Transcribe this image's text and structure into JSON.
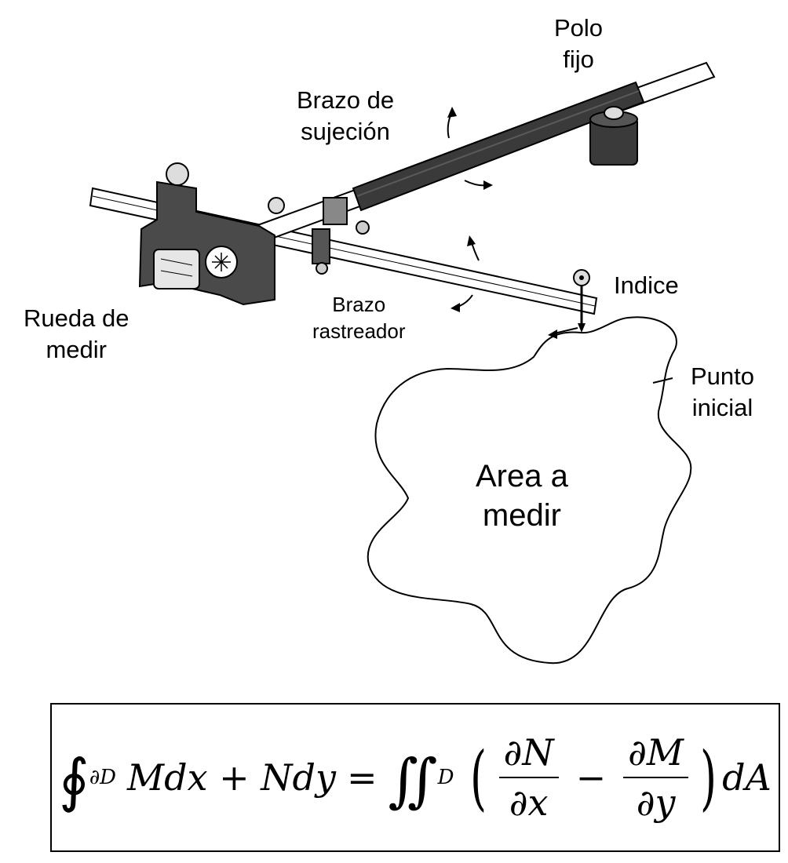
{
  "labels": {
    "polo_fijo": [
      "Polo",
      "fijo"
    ],
    "brazo_sujecion": [
      "Brazo de",
      "sujeción"
    ],
    "indice": [
      "Indice"
    ],
    "brazo_rastreador": [
      "Brazo",
      "rastreador"
    ],
    "rueda_de_medir": [
      "Rueda de",
      "medir"
    ],
    "punto_inicial": [
      "Punto",
      "inicial"
    ],
    "area_a_medir": [
      "Area a",
      "medir"
    ]
  },
  "formula": {
    "contour_integral": "∮",
    "contour_sub": "∂D",
    "lhs": "Mdx + Ndy",
    "equals": "=",
    "double_integral": "∬",
    "double_sub": "D",
    "frac1_num": "∂N",
    "frac1_den": "∂x",
    "minus": "−",
    "frac2_num": "∂M",
    "frac2_den": "∂y",
    "tail": "dA"
  }
}
